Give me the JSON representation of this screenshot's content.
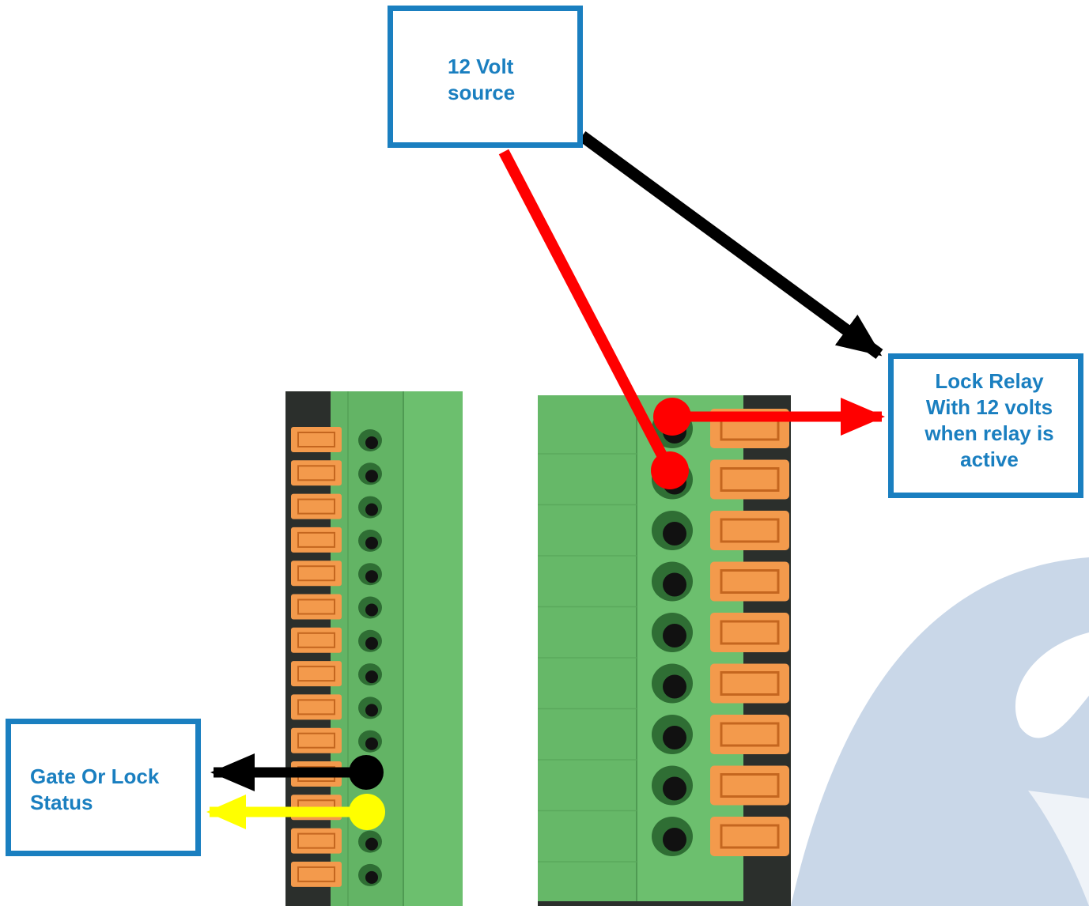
{
  "labels": {
    "source": "12 Volt\nsource",
    "relay": "Lock  Relay\nWith 12 volts\nwhen relay is\nactive",
    "status": "Gate Or Lock\n   Status"
  },
  "colors": {
    "box_border": "#1a7fc0",
    "label_text": "#1a7fc0",
    "wire_positive": "#ff0000",
    "wire_negative": "#000000",
    "wire_status": "#ffff00",
    "terminal_green": "#6cbf6e",
    "release_tab_orange": "#f39a4c",
    "watermark": "#c9d7e8"
  },
  "icons": {
    "watermark": "company-logo-watermark"
  },
  "terminal_blocks": {
    "left": {
      "slots": 14
    },
    "right": {
      "slots": 9
    }
  }
}
